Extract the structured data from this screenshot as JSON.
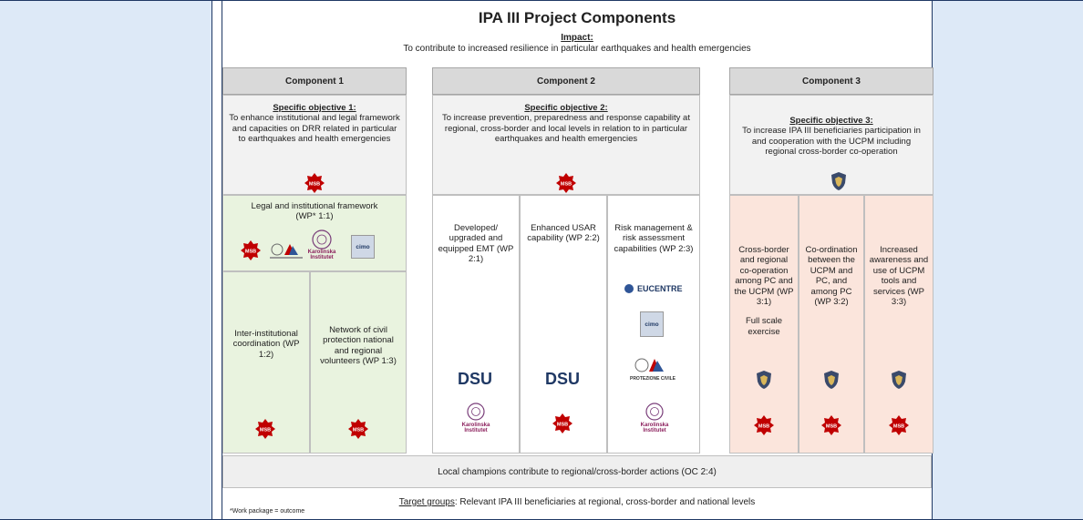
{
  "title": "IPA III Project Components",
  "impact": {
    "label": "Impact:",
    "text": "To contribute to increased resilience in particular earthquakes and health emergencies"
  },
  "components": [
    {
      "header": "Component 1",
      "objective_title": "Specific objective 1:",
      "objective_body": "To enhance institutional and legal framework and capacities on DRR related in particular to earthquakes and health emergencies",
      "wp_cells": [
        "Legal and institutional  framework (WP* 1:1)",
        "Inter-institutional coordination (WP 1:2)",
        "Network of civil protection national and regional volunteers (WP 1:3)"
      ]
    },
    {
      "header": "Component 2",
      "objective_title": "Specific objective 2:",
      "objective_body": "To increase prevention, preparedness and response capability at regional, cross-border and local levels in relation to in particular earthquakes and health emergencies",
      "wp_cells": [
        "Developed/ upgraded and equipped EMT (WP 2:1)",
        "Enhanced USAR capability (WP 2:2)",
        "Risk management & risk assessment capabilities (WP 2:3)"
      ]
    },
    {
      "header": "Component 3",
      "objective_title": "Specific objective 3:",
      "objective_body": "To increase IPA III beneficiaries participation in and cooperation with the UCPM including regional cross-border co-operation",
      "wp_cells": [
        "Cross-border and regional co-operation among PC and the UCPM (WP 3:1)",
        "Co-ordination between the UCPM and PC, and among PC (WP 3:2)",
        "Increased awareness and use of UCPM tools and services (WP 3:3)"
      ],
      "extra_note": "Full scale exercise"
    }
  ],
  "logos": {
    "msb": "MSB",
    "karolinska": "Karolinska Institutet",
    "cimo": "cimo",
    "dsu": "DSU",
    "eucentre": "EUCENTRE",
    "protezione": "PROTEZIONE CIVILE"
  },
  "bottom_row": "Local champions contribute to regional/cross-border actions (OC 2:4)",
  "target_groups": {
    "label": "Target groups",
    "text": ": Relevant IPA III beneficiaries at regional, cross-border and national levels"
  },
  "footnote": "*Work package = outcome",
  "colors": {
    "frame": "#1f3864",
    "side_fill": "#dde9f7",
    "component1_fill": "#e9f3df",
    "component3_fill": "#fbe5dc",
    "header_fill": "#d9d9d9",
    "msb_red": "#c00000",
    "shield_blue": "#3a4a6b"
  }
}
